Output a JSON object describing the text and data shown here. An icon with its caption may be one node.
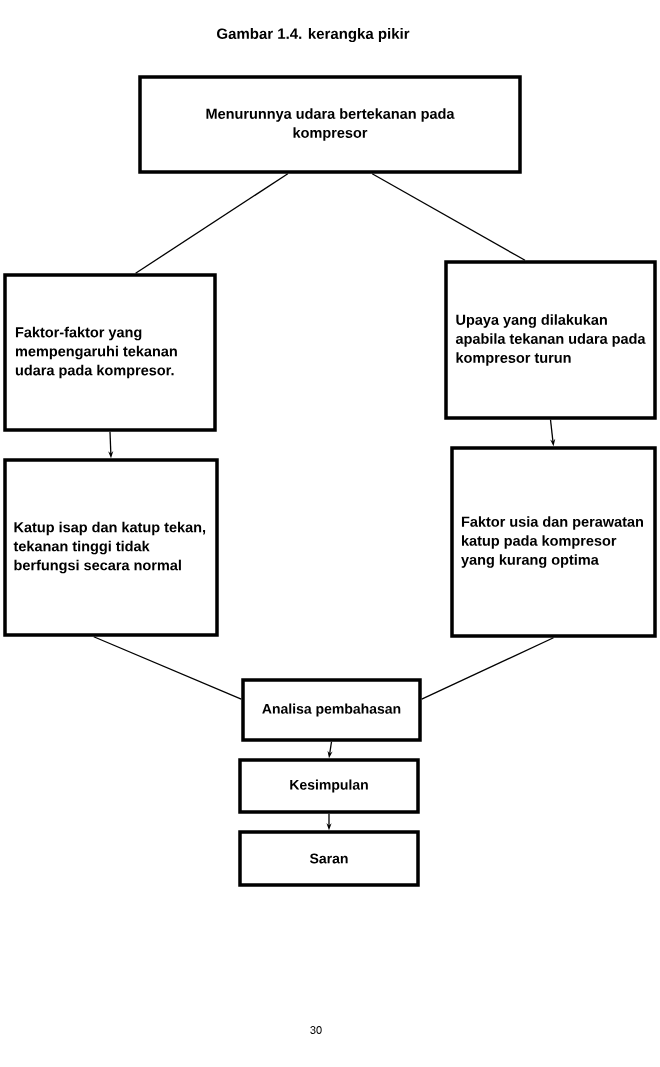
{
  "diagram": {
    "title": "Gambar 1.4. kerangka pikir",
    "nodes": [
      {
        "text": [
          "Menurunnya udara bertekanan pada kompresor"
        ]
      },
      {
        "text": [
          "Faktor-faktor yang mempengaruhi tekanan udara pada kompresor."
        ]
      },
      {
        "text": [
          "Upaya yang dilakukan apabila tekanan udara pada kompresor turun"
        ]
      },
      {
        "text": [
          "Katup isap dan katup tekan, tekanan tinggi tidak berfungsi secara normal"
        ]
      },
      {
        "text": [
          "Faktor usia dan perawatan katup pada kompresor yang kurang optima"
        ]
      },
      {
        "text": [
          "Analisa pembahasan"
        ]
      },
      {
        "text": [
          "Kesimpulan"
        ]
      },
      {
        "text": [
          "Saran"
        ]
      }
    ],
    "edges": [
      {
        "from": 0,
        "to": 1,
        "arrow": "none"
      },
      {
        "from": 0,
        "to": 2,
        "arrow": "none"
      },
      {
        "from": 1,
        "to": 3,
        "arrow": "to"
      },
      {
        "from": 2,
        "to": 4,
        "arrow": "to"
      },
      {
        "from": 3,
        "to": 5,
        "arrow": "none"
      },
      {
        "from": 4,
        "to": 5,
        "arrow": "none"
      },
      {
        "from": 5,
        "to": 6,
        "arrow": "to"
      },
      {
        "from": 6,
        "to": 7,
        "arrow": "to"
      }
    ],
    "labels": [
      "30"
    ]
  }
}
